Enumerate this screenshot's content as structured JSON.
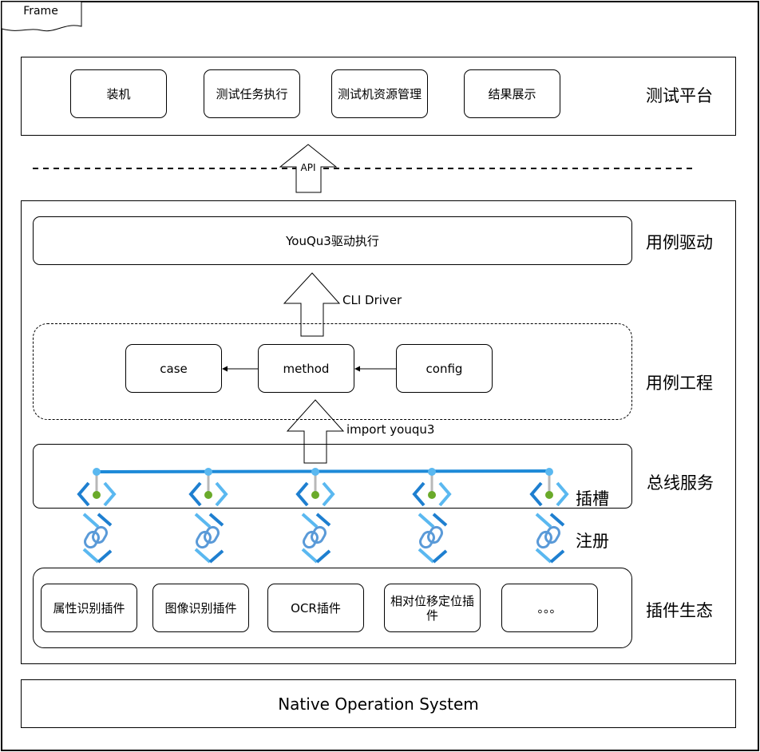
{
  "frame": {
    "label": "Frame"
  },
  "platform": {
    "label": "测试平台",
    "items": [
      "装机",
      "测试任务执行",
      "测试机资源管理",
      "结果展示"
    ]
  },
  "api_label": "API",
  "driver": {
    "label": "用例驱动",
    "box": "YouQu3驱动执行"
  },
  "cli_label": "CLI Driver",
  "project": {
    "label": "用例工程",
    "case": "case",
    "method": "method",
    "config": "config"
  },
  "import_label": "import youqu3",
  "bus": {
    "label": "总线服务",
    "slot_label": "插槽"
  },
  "register_label": "注册",
  "plugins": {
    "label": "插件生态",
    "items": [
      "属性识别插件",
      "图像识别插件",
      "OCR插件",
      "相对位移定位插件",
      "。。。"
    ]
  },
  "os": {
    "label": "Native Operation System"
  },
  "colors": {
    "bus_line": "#1e8ad8",
    "slot_light": "#5ab8f0",
    "slot_dark": "#1e7fd0",
    "slot_dot": "#6aaa2a"
  },
  "icons": [
    "bracket-slot-icon",
    "link-chain-icon"
  ]
}
